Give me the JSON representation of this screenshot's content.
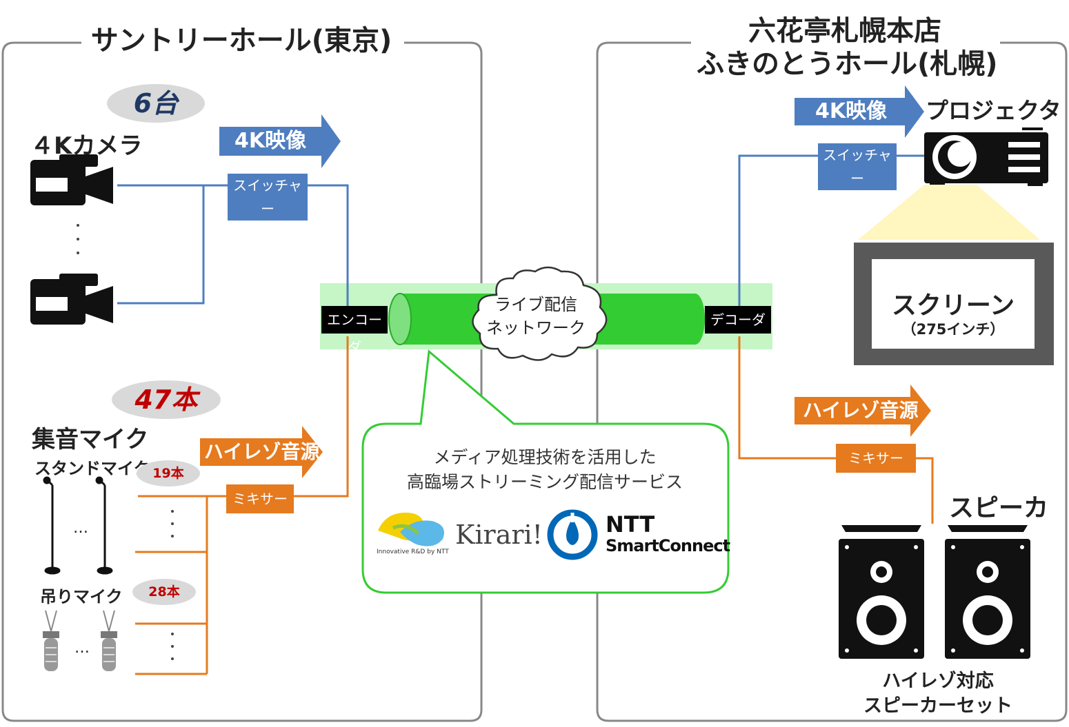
{
  "left_venue": {
    "title": "サントリーホール(東京)",
    "camera_count": "6台",
    "camera_label": "４Kカメラ",
    "video_arrow": "4K映像",
    "switcher": "スイッチャー",
    "mic_count": "47本",
    "mic_label": "集音マイク",
    "stand_mic": "スタンドマイク",
    "stand_count": "19本",
    "hanging_mic": "吊りマイク",
    "hanging_count": "28本",
    "audio_arrow": "ハイレゾ音源",
    "mixer": "ミキサー",
    "encoder": "エンコーダ",
    "ellipsis": "…"
  },
  "network": {
    "cloud_line1": "ライブ配信",
    "cloud_line2": "ネットワーク",
    "callout_line1": "メディア処理技術を活用した",
    "callout_line2": "高臨場ストリーミング配信サービス",
    "logo_rd": "Innovative R&D by NTT",
    "logo_kirari": "Kirari!",
    "logo_ntt": "NTT",
    "logo_smart": "SmartConnect"
  },
  "right_venue": {
    "title_line1": "六花亭札幌本店",
    "title_line2": "ふきのとうホール(札幌)",
    "video_arrow": "4K映像",
    "projector": "プロジェクタ",
    "switcher": "スイッチャー",
    "screen_title": "スクリーン",
    "screen_size": "（275インチ）",
    "decoder": "デコーダ",
    "audio_arrow": "ハイレゾ音源",
    "mixer": "ミキサー",
    "speaker": "スピーカ",
    "speaker_set_line1": "ハイレゾ対応",
    "speaker_set_line2": "スピーカーセット"
  },
  "colors": {
    "blue": "#4e7ec0",
    "orange": "#e57a1f",
    "green": "#33cc33",
    "green_light": "#c6f5c6",
    "navy": "#1f3864",
    "red": "#c00000"
  }
}
